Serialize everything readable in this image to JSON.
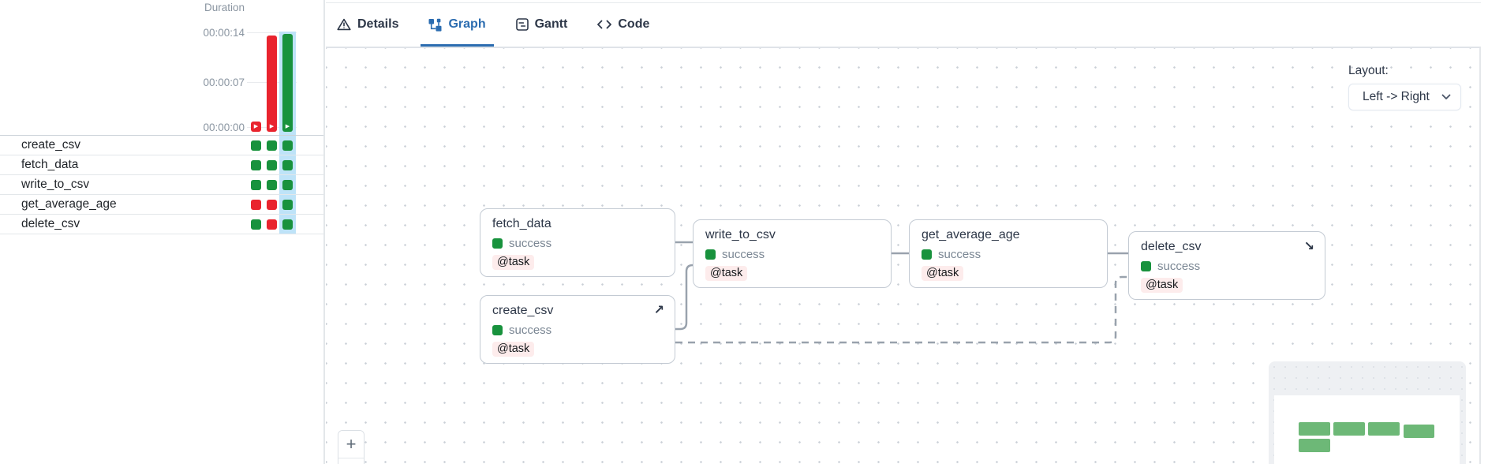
{
  "colors": {
    "accent_blue": "#2b6cb0",
    "success_green": "#18923d",
    "failed_red": "#e9242e",
    "selected_run_bg": "#bee3f8",
    "edge_gray": "#99a2ad",
    "node_border": "#c3cad3",
    "badge_bg": "#fdecec",
    "minimap_node": "#6db877",
    "minimap_bg": "#eef0f3",
    "text_dark": "#2d3748",
    "text_gray": "#8a95a1"
  },
  "left_panel": {
    "duration_chart": {
      "title": "Duration",
      "y_ticks": [
        "00:00:14",
        "00:00:07",
        "00:00:00"
      ],
      "runs": [
        {
          "state": "failed",
          "duration": "00:00:00",
          "color": "#e9242e",
          "selected": false
        },
        {
          "state": "failed",
          "duration": "00:00:14",
          "color": "#e9242e",
          "selected": false
        },
        {
          "state": "success",
          "duration": "00:00:14",
          "color": "#18923d",
          "selected": true
        }
      ],
      "play_glyph": "▶"
    },
    "tasks": [
      {
        "label": "create_csv",
        "run_states": [
          "success",
          "success",
          "success"
        ],
        "square_colors": [
          "#18923d",
          "#18923d",
          "#18923d"
        ]
      },
      {
        "label": "fetch_data",
        "run_states": [
          "success",
          "success",
          "success"
        ],
        "square_colors": [
          "#18923d",
          "#18923d",
          "#18923d"
        ]
      },
      {
        "label": "write_to_csv",
        "run_states": [
          "success",
          "success",
          "success"
        ],
        "square_colors": [
          "#18923d",
          "#18923d",
          "#18923d"
        ]
      },
      {
        "label": "get_average_age",
        "run_states": [
          "failed",
          "failed",
          "success"
        ],
        "square_colors": [
          "#e9242e",
          "#e9242e",
          "#18923d"
        ]
      },
      {
        "label": "delete_csv",
        "run_states": [
          "success",
          "failed",
          "success"
        ],
        "square_colors": [
          "#18923d",
          "#e9242e",
          "#18923d"
        ]
      }
    ]
  },
  "tabs": [
    {
      "label": "Details",
      "icon": "warning-triangle-icon",
      "active": false
    },
    {
      "label": "Graph",
      "icon": "graph-icon",
      "active": true
    },
    {
      "label": "Gantt",
      "icon": "gantt-icon",
      "active": false
    },
    {
      "label": "Code",
      "icon": "code-icon",
      "active": false
    }
  ],
  "graph": {
    "layout_control": {
      "label": "Layout:",
      "value": "Left -> Right"
    },
    "nodes": [
      {
        "title": "fetch_data",
        "state": "success",
        "state_color": "#18923d",
        "badge": "@task",
        "marker": ""
      },
      {
        "title": "create_csv",
        "state": "success",
        "state_color": "#18923d",
        "badge": "@task",
        "marker": "↗"
      },
      {
        "title": "write_to_csv",
        "state": "success",
        "state_color": "#18923d",
        "badge": "@task",
        "marker": ""
      },
      {
        "title": "get_average_age",
        "state": "success",
        "state_color": "#18923d",
        "badge": "@task",
        "marker": ""
      },
      {
        "title": "delete_csv",
        "state": "success",
        "state_color": "#18923d",
        "badge": "@task",
        "marker": "↘"
      }
    ],
    "edges": [
      {
        "from": "fetch_data",
        "to": "write_to_csv",
        "style": "solid"
      },
      {
        "from": "create_csv",
        "to": "write_to_csv",
        "style": "solid"
      },
      {
        "from": "write_to_csv",
        "to": "get_average_age",
        "style": "solid"
      },
      {
        "from": "get_average_age",
        "to": "delete_csv",
        "style": "solid"
      },
      {
        "from": "create_csv",
        "to": "delete_csv",
        "style": "dashed"
      }
    ],
    "zoom_control": {
      "zoom_in": "+"
    }
  }
}
